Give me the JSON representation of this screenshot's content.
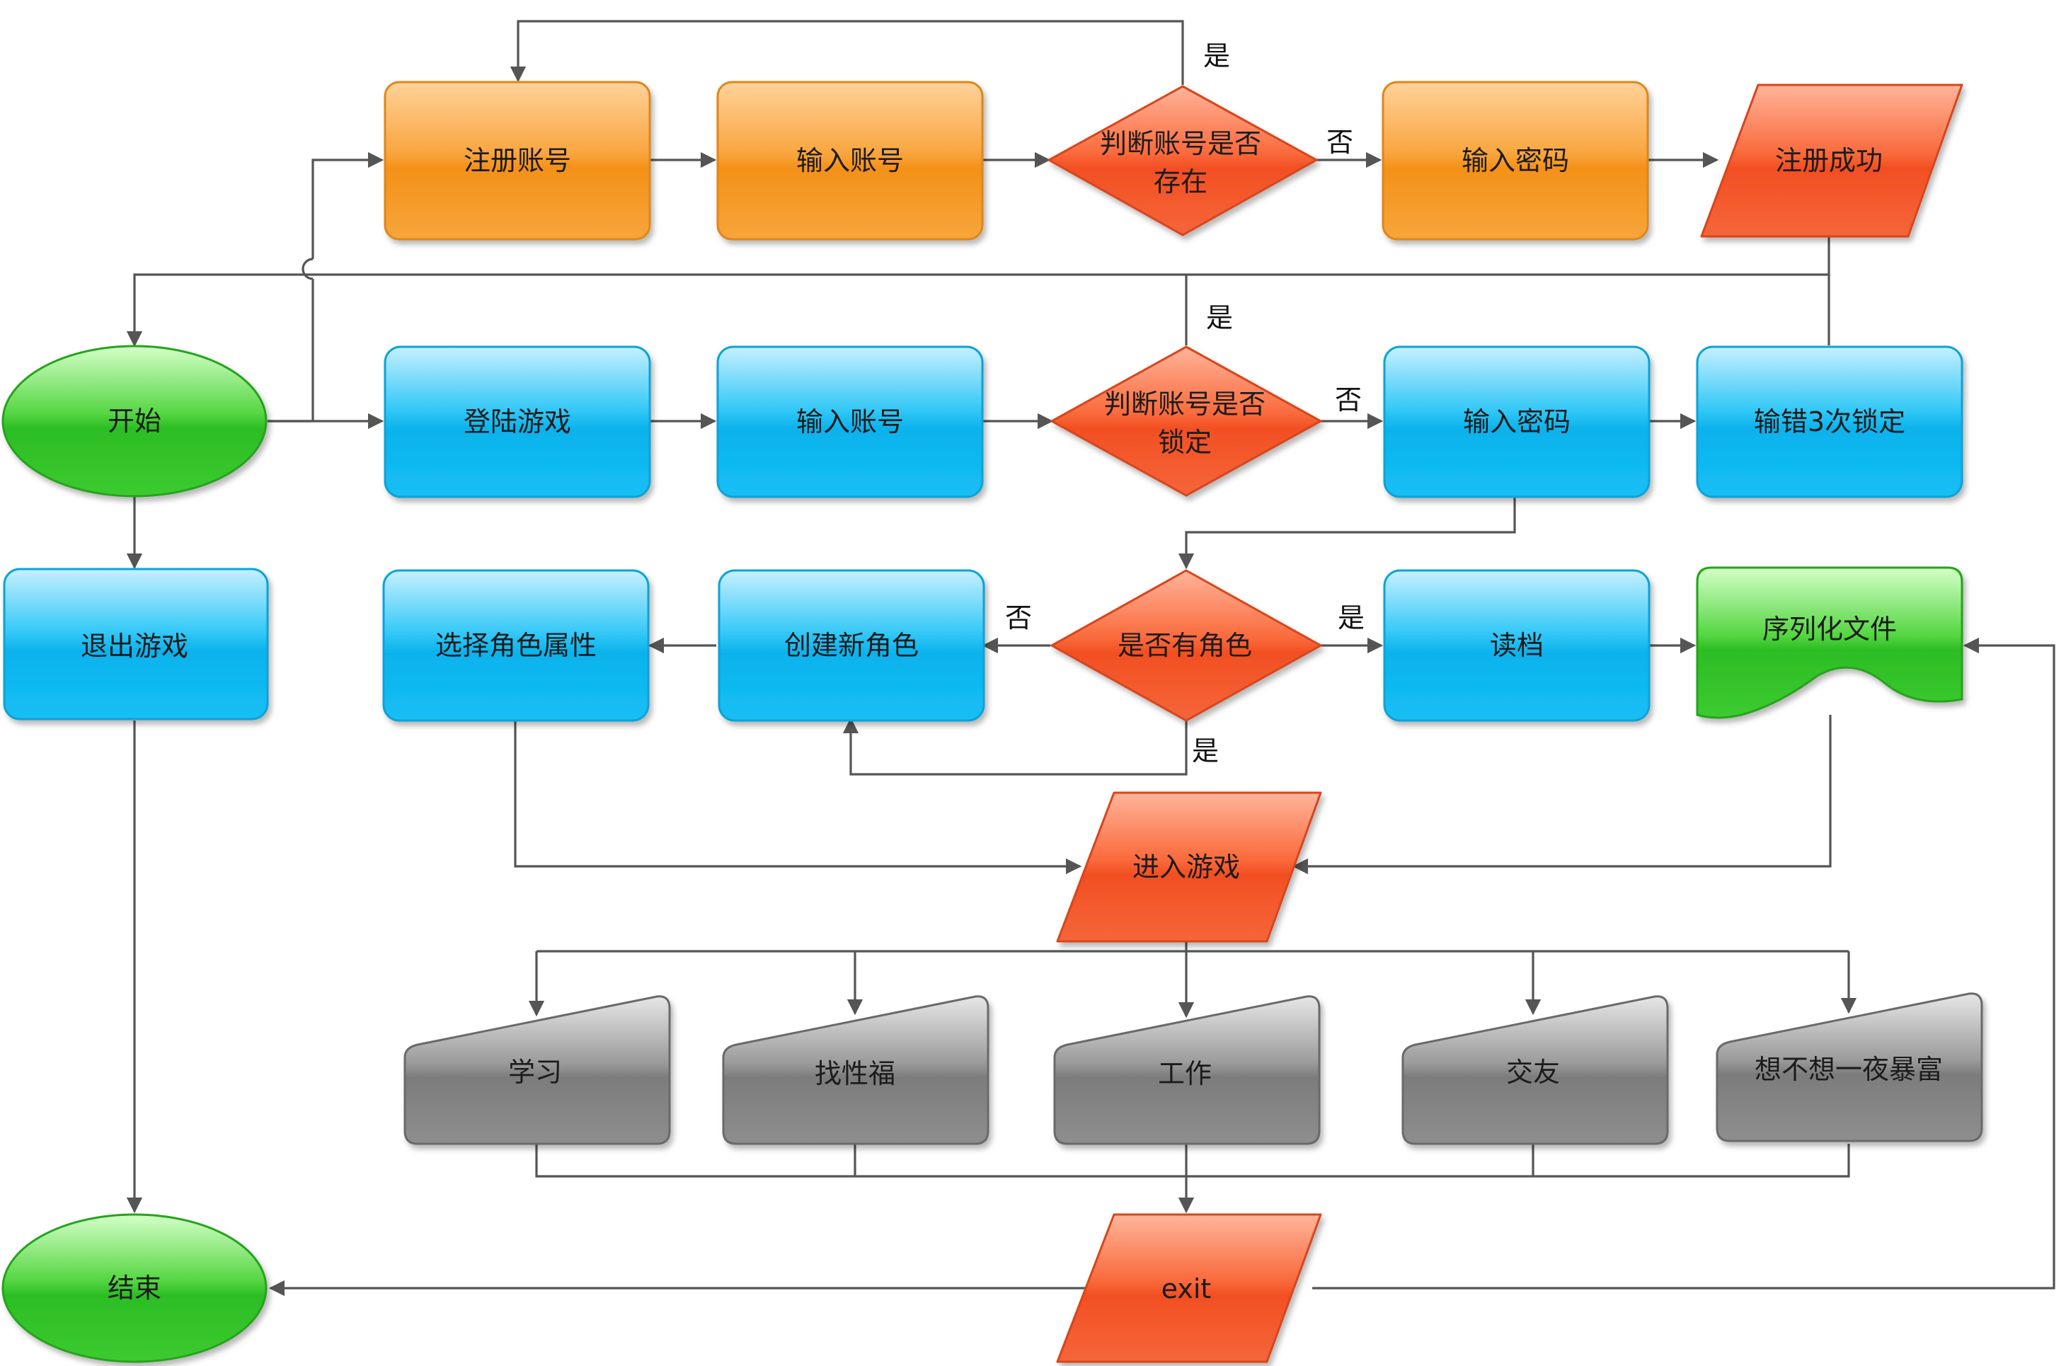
{
  "colors": {
    "orange": "#f7941d",
    "blue": "#0fb8f0",
    "red": "#f25a2c",
    "green": "#33c22e",
    "gray": "#7f7f7f",
    "line": "#555555"
  },
  "nodes": {
    "start": "开始",
    "exit_game": "退出游戏",
    "end": "结束",
    "register_account": "注册账号",
    "reg_input_account": "输入账号",
    "reg_check_exists": [
      "判断账号是否",
      "存在"
    ],
    "reg_input_password": "输入密码",
    "register_success": "注册成功",
    "login_game": "登陆游戏",
    "login_input_account": "输入账号",
    "login_check_locked": [
      "判断账号是否",
      "锁定"
    ],
    "login_input_password": "输入密码",
    "lock_after_3": "输错3次锁定",
    "select_attributes": "选择角色属性",
    "create_role": "创建新角色",
    "has_role": "是否有角色",
    "load_save": "读档",
    "serialize_file": "序列化文件",
    "enter_game": "进入游戏",
    "study": "学习",
    "find_happiness": "找性福",
    "work": "工作",
    "make_friends": "交友",
    "get_rich": "想不想一夜暴富",
    "exit": "exit"
  },
  "edge_labels": {
    "reg_exists_yes": "是",
    "reg_exists_no": "否",
    "login_locked_yes": "是",
    "login_locked_no": "否",
    "has_role_no": "否",
    "has_role_yes": "是",
    "has_role_yes_bottom": "是"
  }
}
